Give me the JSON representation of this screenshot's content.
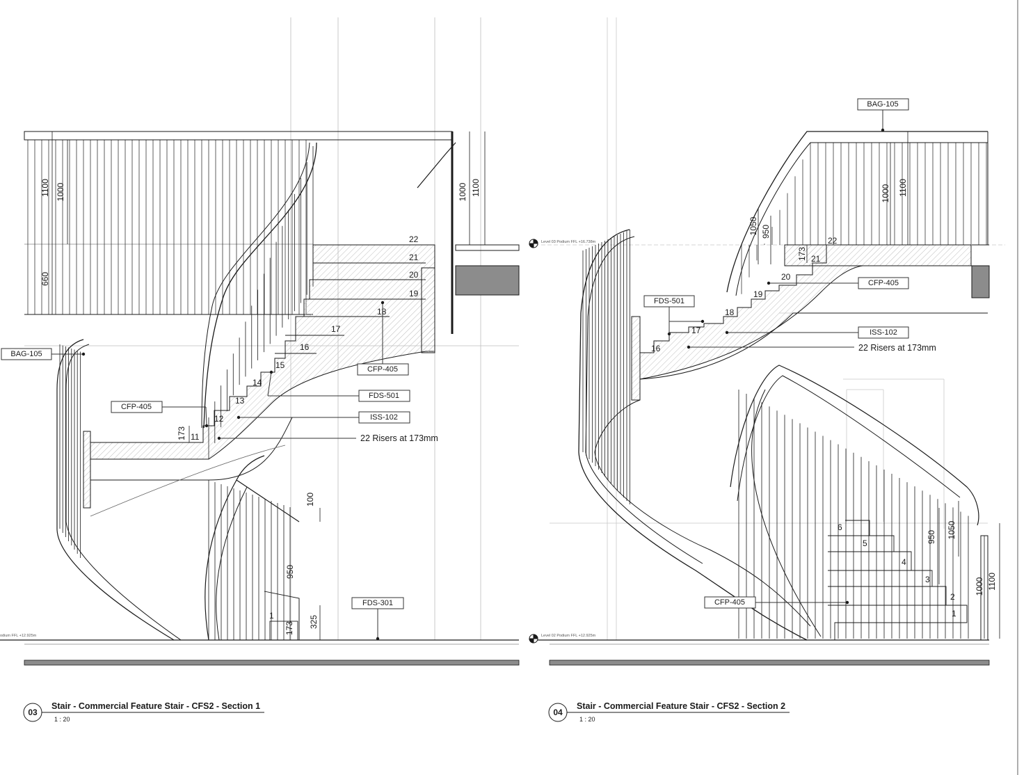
{
  "colors": {
    "ink": "#1a1a1a",
    "fill_grey": "#8c8c8c",
    "hatch": "#bdbdbd",
    "guide": "#c8c8c8"
  },
  "section1": {
    "number": "03",
    "title": "Stair - Commercial Feature Stair - CFS2 - Section 1",
    "scale": "1 : 20",
    "level_label": "odium  FFL +12.925m",
    "tags": {
      "bag105": "BAG-105",
      "cfp405_left": "CFP-405",
      "cfp405_right": "CFP-405",
      "fds501": "FDS-501",
      "iss102": "ISS-102",
      "fds301": "FDS-301"
    },
    "risers_note": "22 Risers at 173mm",
    "steps": [
      "22",
      "21",
      "20",
      "19",
      "18",
      "17",
      "16",
      "15",
      "14",
      "13",
      "12",
      "11",
      "1"
    ],
    "dims": [
      "1100",
      "1000",
      "660",
      "1000",
      "1100",
      "173",
      "100",
      "950",
      "325",
      "173"
    ]
  },
  "section2": {
    "number": "04",
    "title": "Stair - Commercial Feature Stair - CFS2 - Section 2",
    "scale": "1 : 20",
    "level_top": "Level 03 Podium  FFL +16.738m",
    "level_bottom": "Level 02 Podium  FFL +12.925m",
    "tags": {
      "bag105": "BAG-105",
      "fds501": "FDS-501",
      "cfp405_top": "CFP-405",
      "iss102": "ISS-102",
      "cfp405_bottom": "CFP-405"
    },
    "risers_note": "22 Risers at 173mm",
    "steps": [
      "22",
      "21",
      "20",
      "19",
      "18",
      "17",
      "16",
      "6",
      "5",
      "4",
      "3",
      "2",
      "1"
    ],
    "dims": [
      "1000",
      "1100",
      "1050",
      "950",
      "173",
      "950",
      "1050",
      "1000",
      "1100"
    ]
  }
}
